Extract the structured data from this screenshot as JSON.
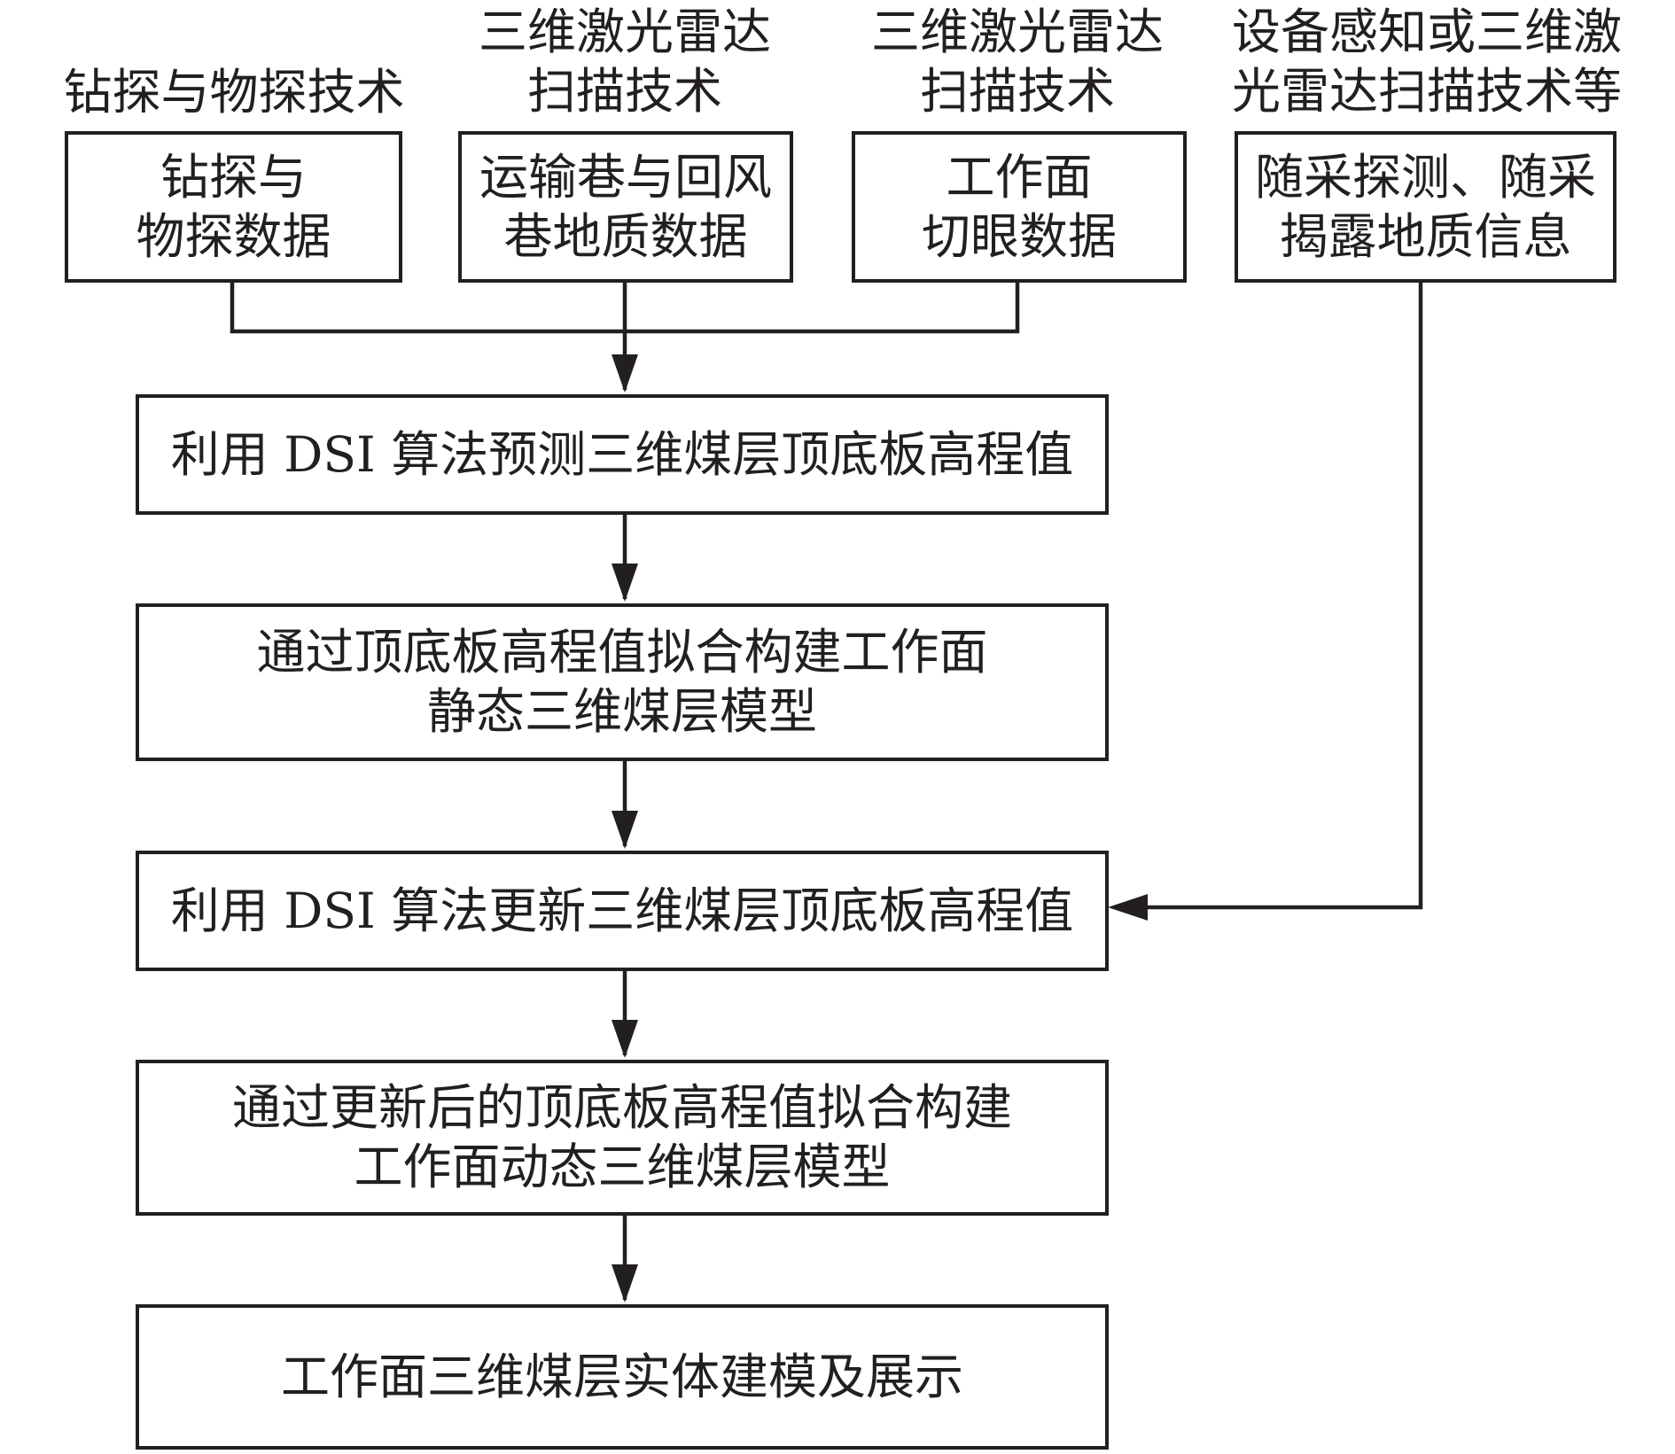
{
  "sources": [
    {
      "label_lines": [
        "钻探与物探技术"
      ],
      "box_lines": [
        "钻探与",
        "物探数据"
      ]
    },
    {
      "label_lines": [
        "三维激光雷达",
        "扫描技术"
      ],
      "box_lines": [
        "运输巷与回风",
        "巷地质数据"
      ]
    },
    {
      "label_lines": [
        "三维激光雷达",
        "扫描技术"
      ],
      "box_lines": [
        "工作面",
        "切眼数据"
      ]
    },
    {
      "label_lines": [
        "设备感知或三维激",
        "光雷达扫描技术等"
      ],
      "box_lines": [
        "随采探测、随采",
        "揭露地质信息"
      ]
    }
  ],
  "steps": [
    {
      "lines": [
        "利用 DSI 算法预测三维煤层顶底板高程值"
      ]
    },
    {
      "lines": [
        "通过顶底板高程值拟合构建工作面",
        "静态三维煤层模型"
      ]
    },
    {
      "lines": [
        "利用 DSI 算法更新三维煤层顶底板高程值"
      ]
    },
    {
      "lines": [
        "通过更新后的顶底板高程值拟合构建",
        "工作面动态三维煤层模型"
      ]
    },
    {
      "lines": [
        "工作面三维煤层实体建模及展示"
      ]
    }
  ]
}
